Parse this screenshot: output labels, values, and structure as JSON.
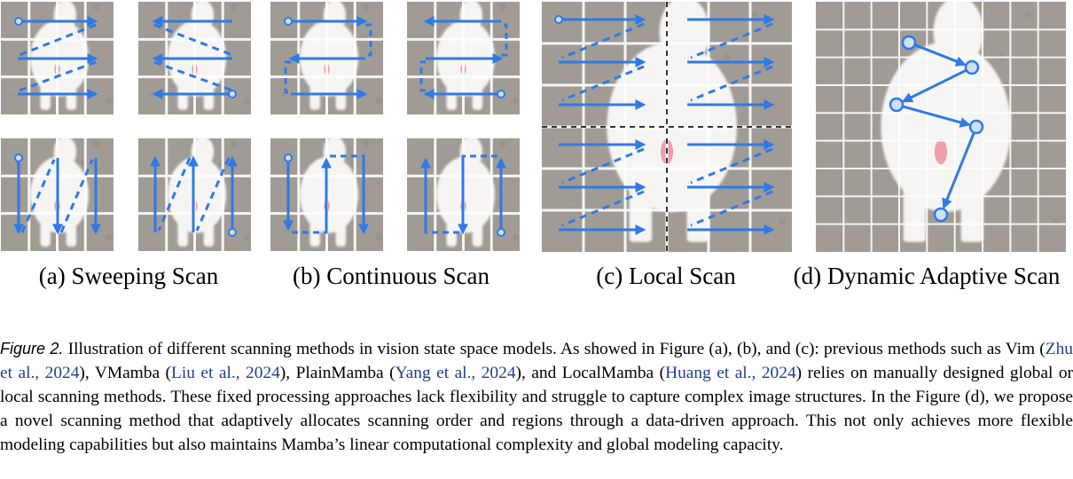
{
  "panels": [
    {
      "label": "(a) Sweeping Scan"
    },
    {
      "label": "(b) Continuous Scan"
    },
    {
      "label": "(c) Local Scan"
    },
    {
      "label": "(d) Dynamic Adaptive Scan"
    }
  ],
  "caption": {
    "figure_label": "Figure 2.",
    "text_1": " Illustration of different scanning methods in vision state space models. As showed in Figure (a), (b), and (c): previous methods such as Vim (",
    "cite_1": "Zhu et al., 2024",
    "text_2": "), VMamba (",
    "cite_2": "Liu et al., 2024",
    "text_3": "), PlainMamba (",
    "cite_3": "Yang et al., 2024",
    "text_4": "), and LocalMamba (",
    "cite_4": "Huang et al., 2024",
    "text_5": ") relies on manually designed global or local scanning methods. These fixed processing approaches lack flexibility and struggle to capture complex image structures. In the Figure (d), we propose a novel scanning method that adaptively allocates scanning order and regions through a data-driven approach. This not only achieves more flexible modeling capabilities but also maintains Mamba’s linear computational complexity and global modeling capacity."
  },
  "colors": {
    "arrow": "#2f7ae5",
    "grid": "#ffffff",
    "ground": "#8d857e",
    "dog": "#f4f3f1",
    "citation": "#1f3f8f"
  }
}
